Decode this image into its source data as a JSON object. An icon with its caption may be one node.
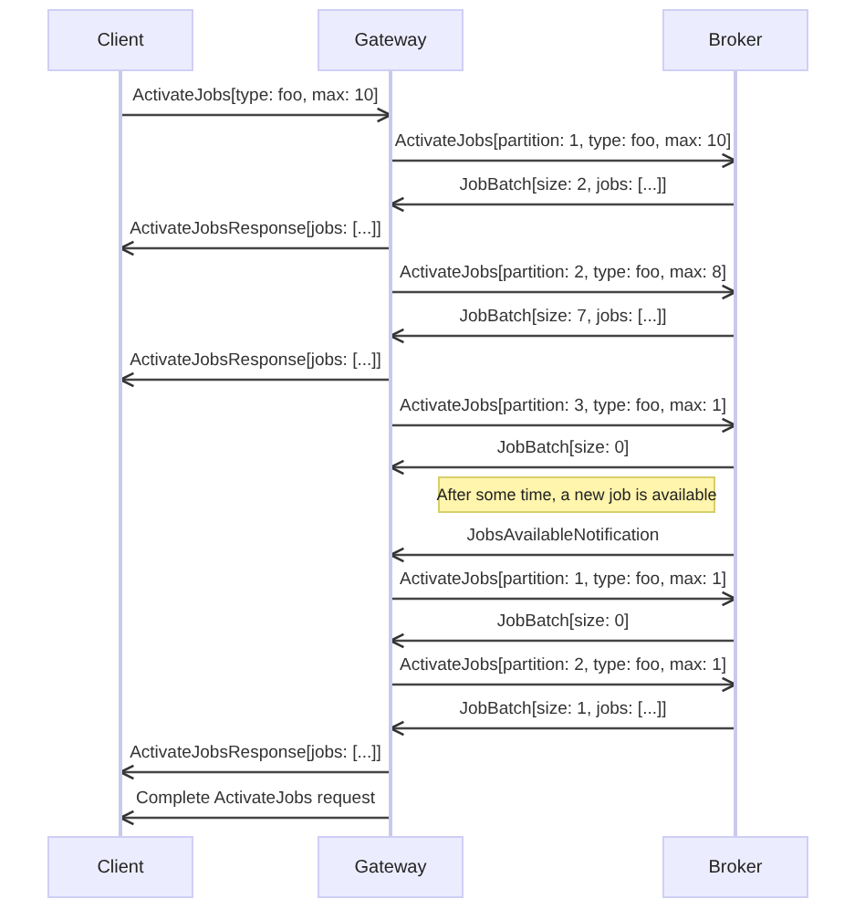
{
  "diagram": {
    "nodes": [
      {
        "text": [
          "Client"
        ]
      },
      {
        "text": [
          "Gateway"
        ]
      },
      {
        "text": [
          "Broker"
        ]
      },
      {
        "text": [],
        "shape": "bar"
      },
      {
        "text": [],
        "shape": "bar"
      },
      {
        "text": [],
        "shape": "bar"
      },
      {
        "text": [
          "After some time, a new job is available"
        ]
      },
      {
        "text": [
          "Client"
        ]
      },
      {
        "text": [
          "Gateway"
        ]
      },
      {
        "text": [
          "Broker"
        ]
      }
    ],
    "edges": [
      {
        "from": 3,
        "to": 4,
        "arrow": "to",
        "label": "ActivateJobs[type: foo, max: 10]"
      },
      {
        "from": 4,
        "to": 5,
        "arrow": "to",
        "label": "ActivateJobs[partition: 1, type: foo, max: 10]"
      },
      {
        "from": 5,
        "to": 4,
        "arrow": "to",
        "label": "JobBatch[size: 2, jobs: [...]]"
      },
      {
        "from": 4,
        "to": 3,
        "arrow": "to",
        "label": "ActivateJobsResponse[jobs: [...]]"
      },
      {
        "from": 4,
        "to": 5,
        "arrow": "to",
        "label": "ActivateJobs[partition: 2, type: foo, max: 8]"
      },
      {
        "from": 5,
        "to": 4,
        "arrow": "to",
        "label": "JobBatch[size: 7, jobs: [...]]"
      },
      {
        "from": 4,
        "to": 3,
        "arrow": "to",
        "label": "ActivateJobsResponse[jobs: [...]]"
      },
      {
        "from": 4,
        "to": 5,
        "arrow": "to",
        "label": "ActivateJobs[partition: 3, type: foo, max: 1]"
      },
      {
        "from": 5,
        "to": 4,
        "arrow": "to",
        "label": "JobBatch[size: 0]"
      },
      {
        "from": 5,
        "to": 4,
        "arrow": "to",
        "label": "JobsAvailableNotification"
      },
      {
        "from": 4,
        "to": 5,
        "arrow": "to",
        "label": "ActivateJobs[partition: 1, type: foo, max: 1]"
      },
      {
        "from": 5,
        "to": 4,
        "arrow": "to",
        "label": "JobBatch[size: 0]"
      },
      {
        "from": 4,
        "to": 5,
        "arrow": "to",
        "label": "ActivateJobs[partition: 2, type: foo, max: 1]"
      },
      {
        "from": 5,
        "to": 4,
        "arrow": "to",
        "label": "JobBatch[size: 1, jobs: [...]]"
      },
      {
        "from": 4,
        "to": 3,
        "arrow": "to",
        "label": "ActivateJobsResponse[jobs: [...]]"
      },
      {
        "from": 4,
        "to": 3,
        "arrow": "to",
        "label": "Complete ActivateJobs request"
      }
    ]
  }
}
